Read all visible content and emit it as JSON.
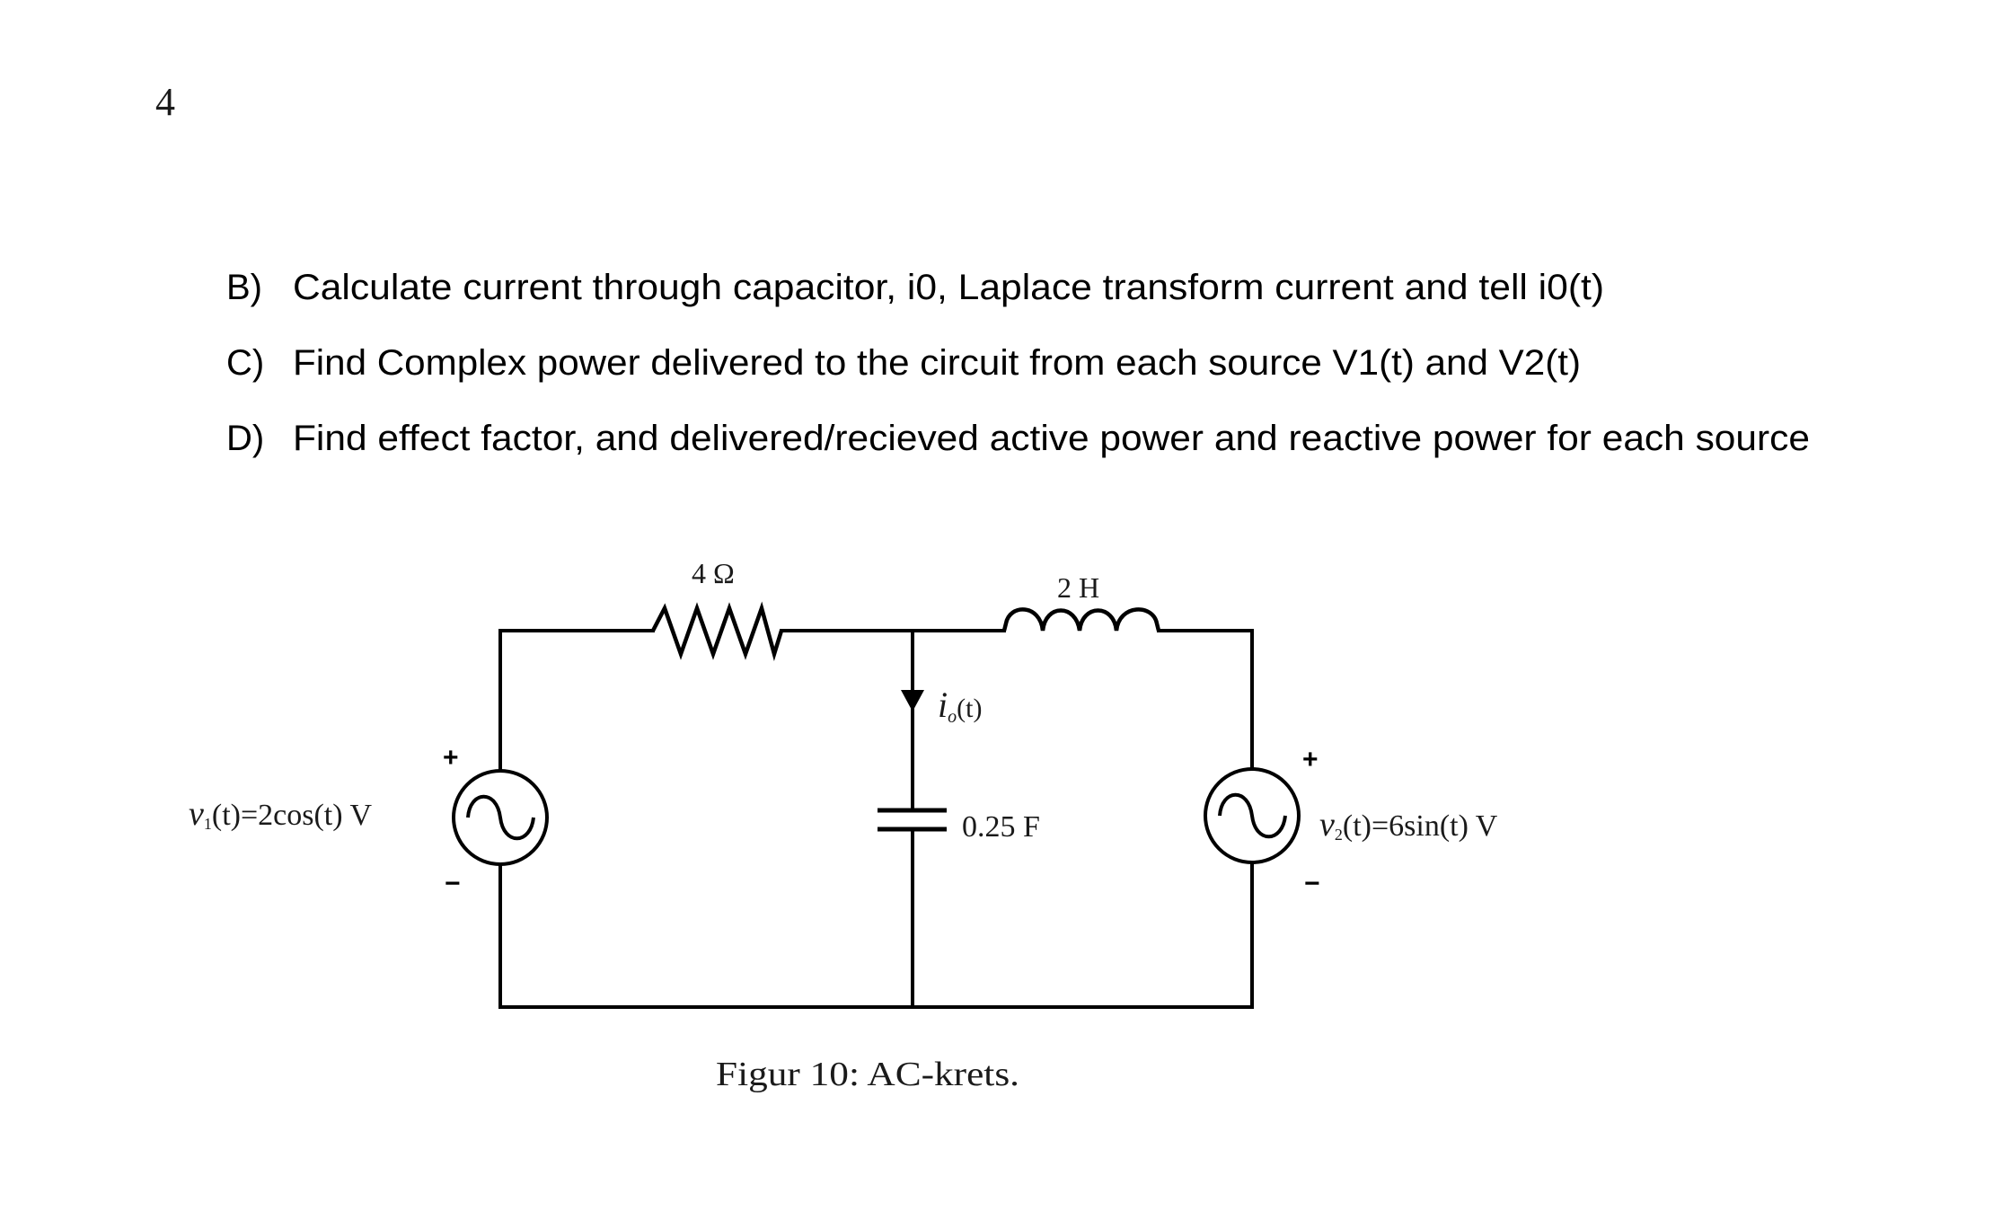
{
  "page": {
    "number": "4"
  },
  "questions": [
    {
      "label": "B)",
      "text": "Calculate current through capacitor, i0, Laplace transform current and tell i0(t)"
    },
    {
      "label": "C)",
      "text": "Find Complex power delivered to the circuit from each source V1(t) and V2(t)"
    },
    {
      "label": "D)",
      "text": "Find effect factor, and delivered/recieved active power and reactive power for each source"
    }
  ],
  "circuit": {
    "resistor": {
      "label": "4 Ω"
    },
    "inductor": {
      "label": "2 H"
    },
    "capacitor": {
      "label": "0.25 F"
    },
    "current": {
      "symbol": "i",
      "subscript": "o",
      "suffix": "(t)"
    },
    "source_left": {
      "symbol": "v",
      "subscript": "1",
      "expression": "(t)=2cos(t) V",
      "plus": "+",
      "minus": "−"
    },
    "source_right": {
      "symbol": "v",
      "subscript": "2",
      "expression": "(t)=6sin(t) V",
      "plus": "+",
      "minus": "−"
    }
  },
  "figure": {
    "caption": "Figur 10: AC-krets."
  }
}
